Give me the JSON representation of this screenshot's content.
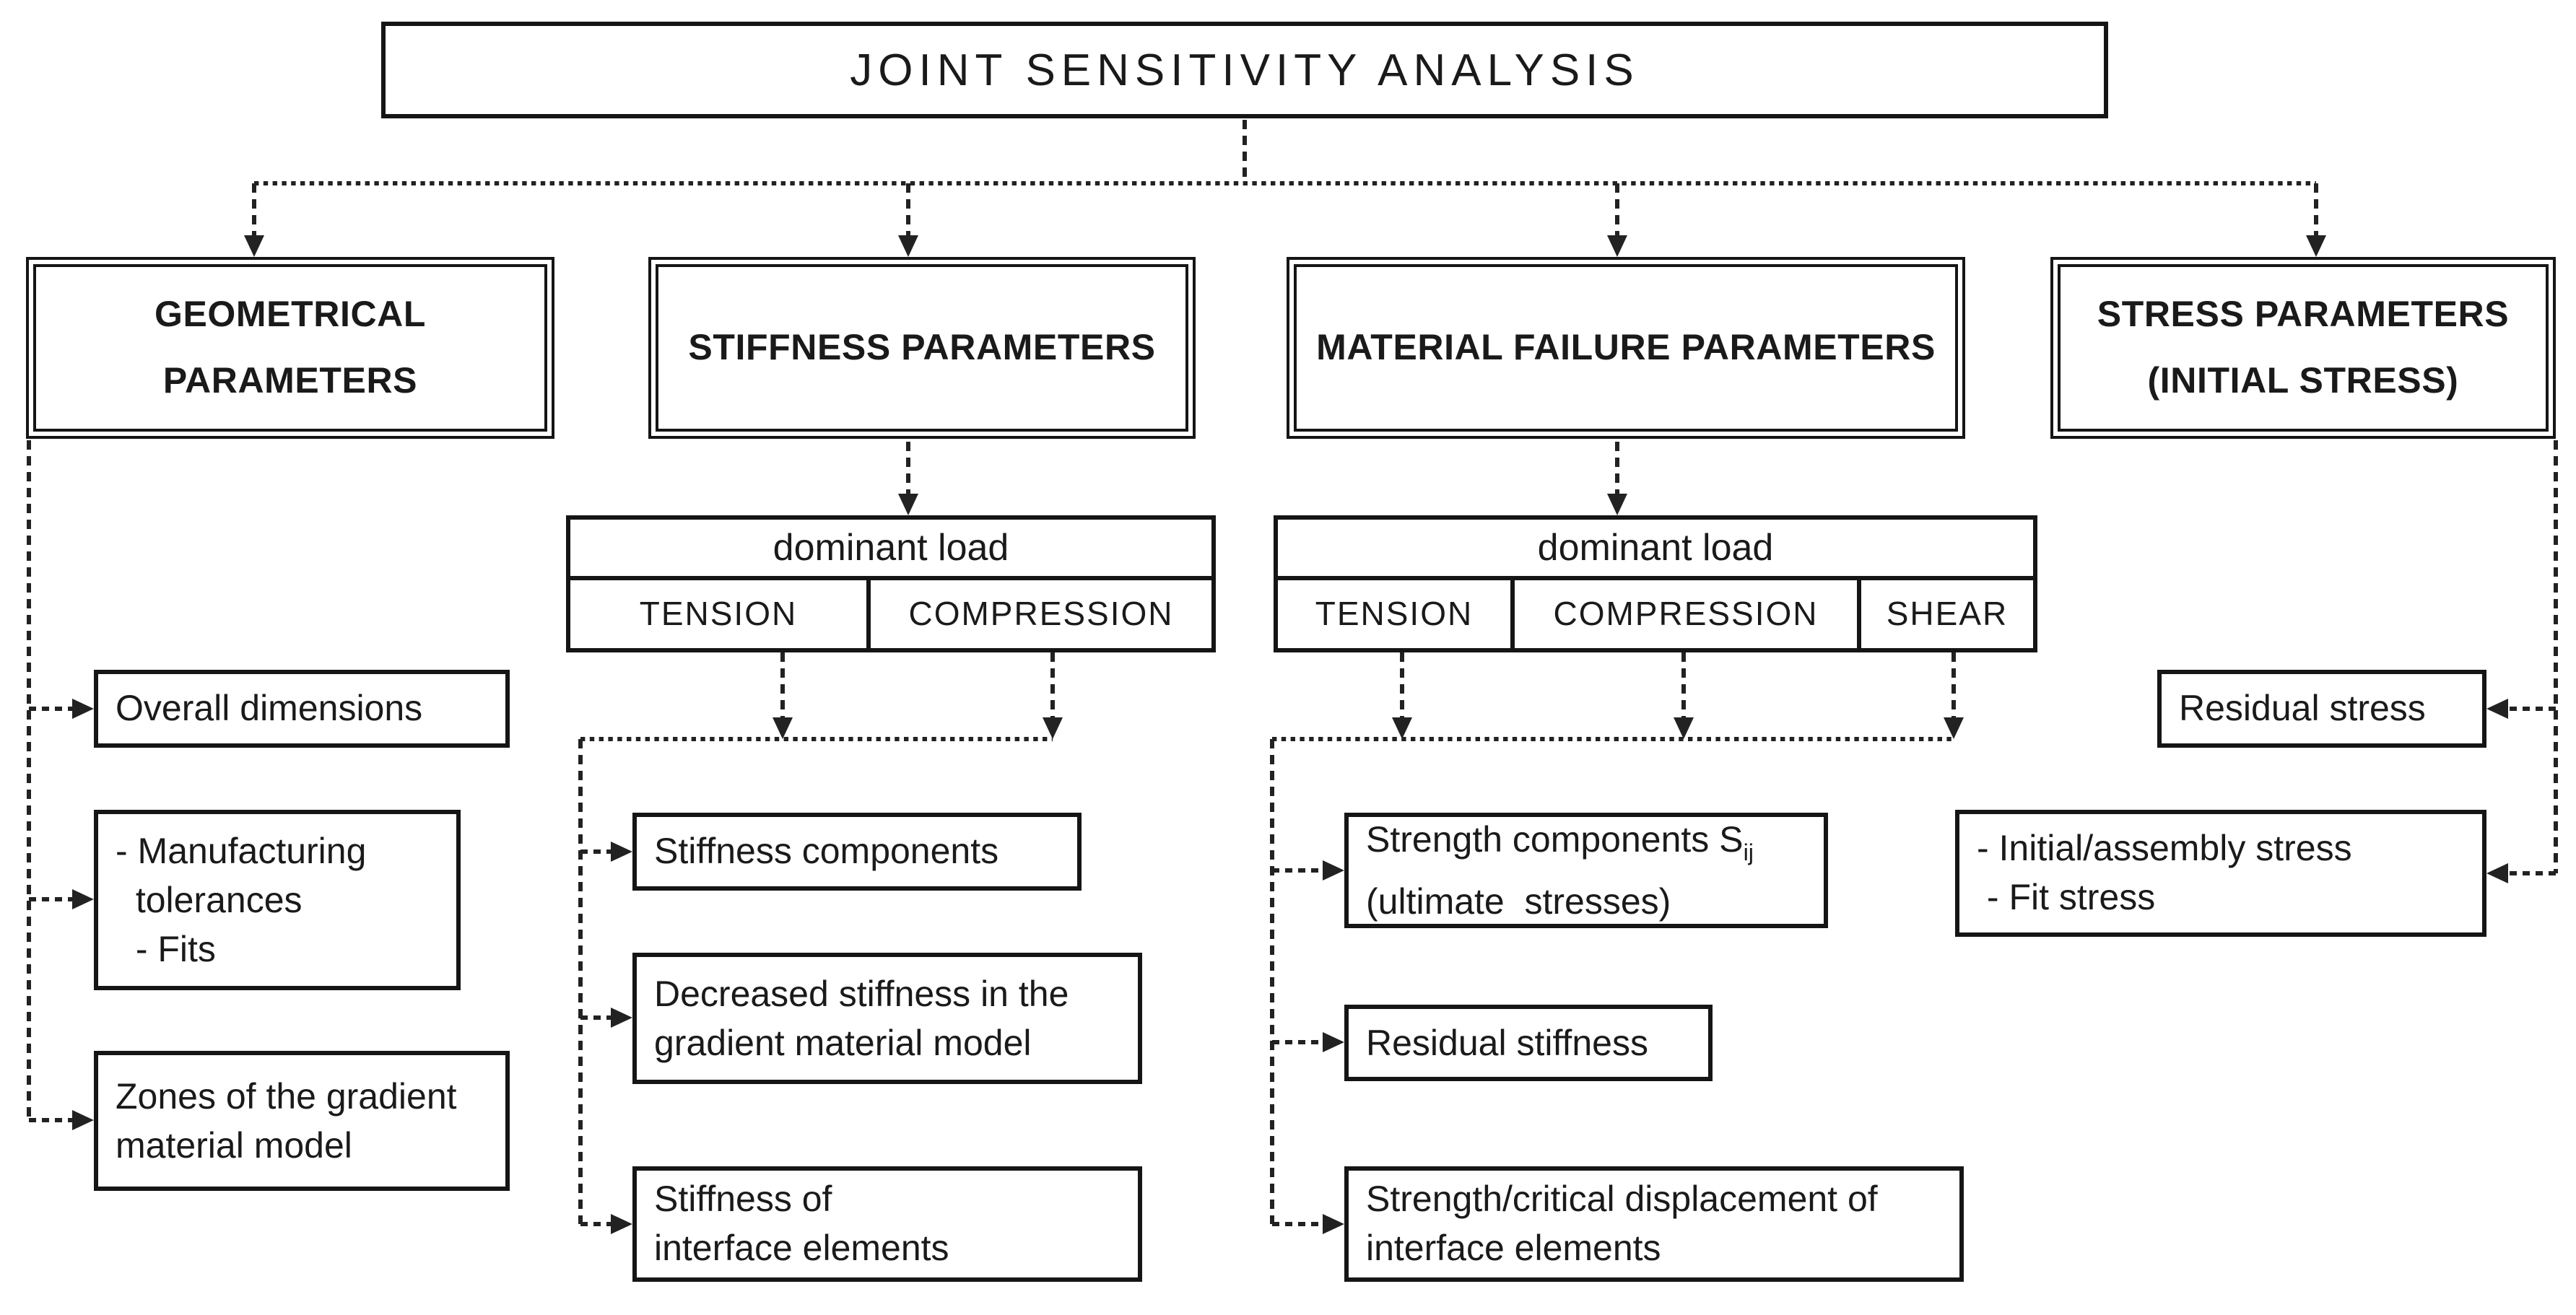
{
  "theme": {
    "ink": "#1a1a1a",
    "background": "#ffffff"
  },
  "title": "JOINT SENSITIVITY ANALYSIS",
  "geometrical": {
    "header": "GEOMETRICAL\nPARAMETERS",
    "items": [
      {
        "text": "Overall dimensions"
      },
      {
        "text": "- Manufacturing\n  tolerances\n  - Fits"
      },
      {
        "text": "Zones of the gradient\nmaterial model"
      }
    ]
  },
  "stiffness": {
    "header": "STIFFNESS PARAMETERS",
    "load_table": {
      "title": "dominant load",
      "cells": [
        "TENSION",
        "COMPRESSION"
      ]
    },
    "items": [
      {
        "text": "Stiffness components"
      },
      {
        "text": "Decreased stiffness in the\ngradient material model"
      },
      {
        "text": "Stiffness of\ninterface elements"
      }
    ]
  },
  "material_failure": {
    "header": "MATERIAL FAILURE PARAMETERS",
    "load_table": {
      "title": "dominant load",
      "cells": [
        "TENSION",
        "COMPRESSION",
        "SHEAR"
      ]
    },
    "items": [
      {
        "main": "Strength components S",
        "sub": "ij",
        "line2": "(ultimate  stresses)"
      },
      {
        "text": "Residual stiffness"
      },
      {
        "text": "Strength/critical displacement of\ninterface elements"
      }
    ]
  },
  "stress": {
    "header": "STRESS PARAMETERS\n(INITIAL STRESS)",
    "items": [
      {
        "text": "Residual stress"
      },
      {
        "text": "- Initial/assembly stress\n - Fit stress"
      }
    ]
  }
}
